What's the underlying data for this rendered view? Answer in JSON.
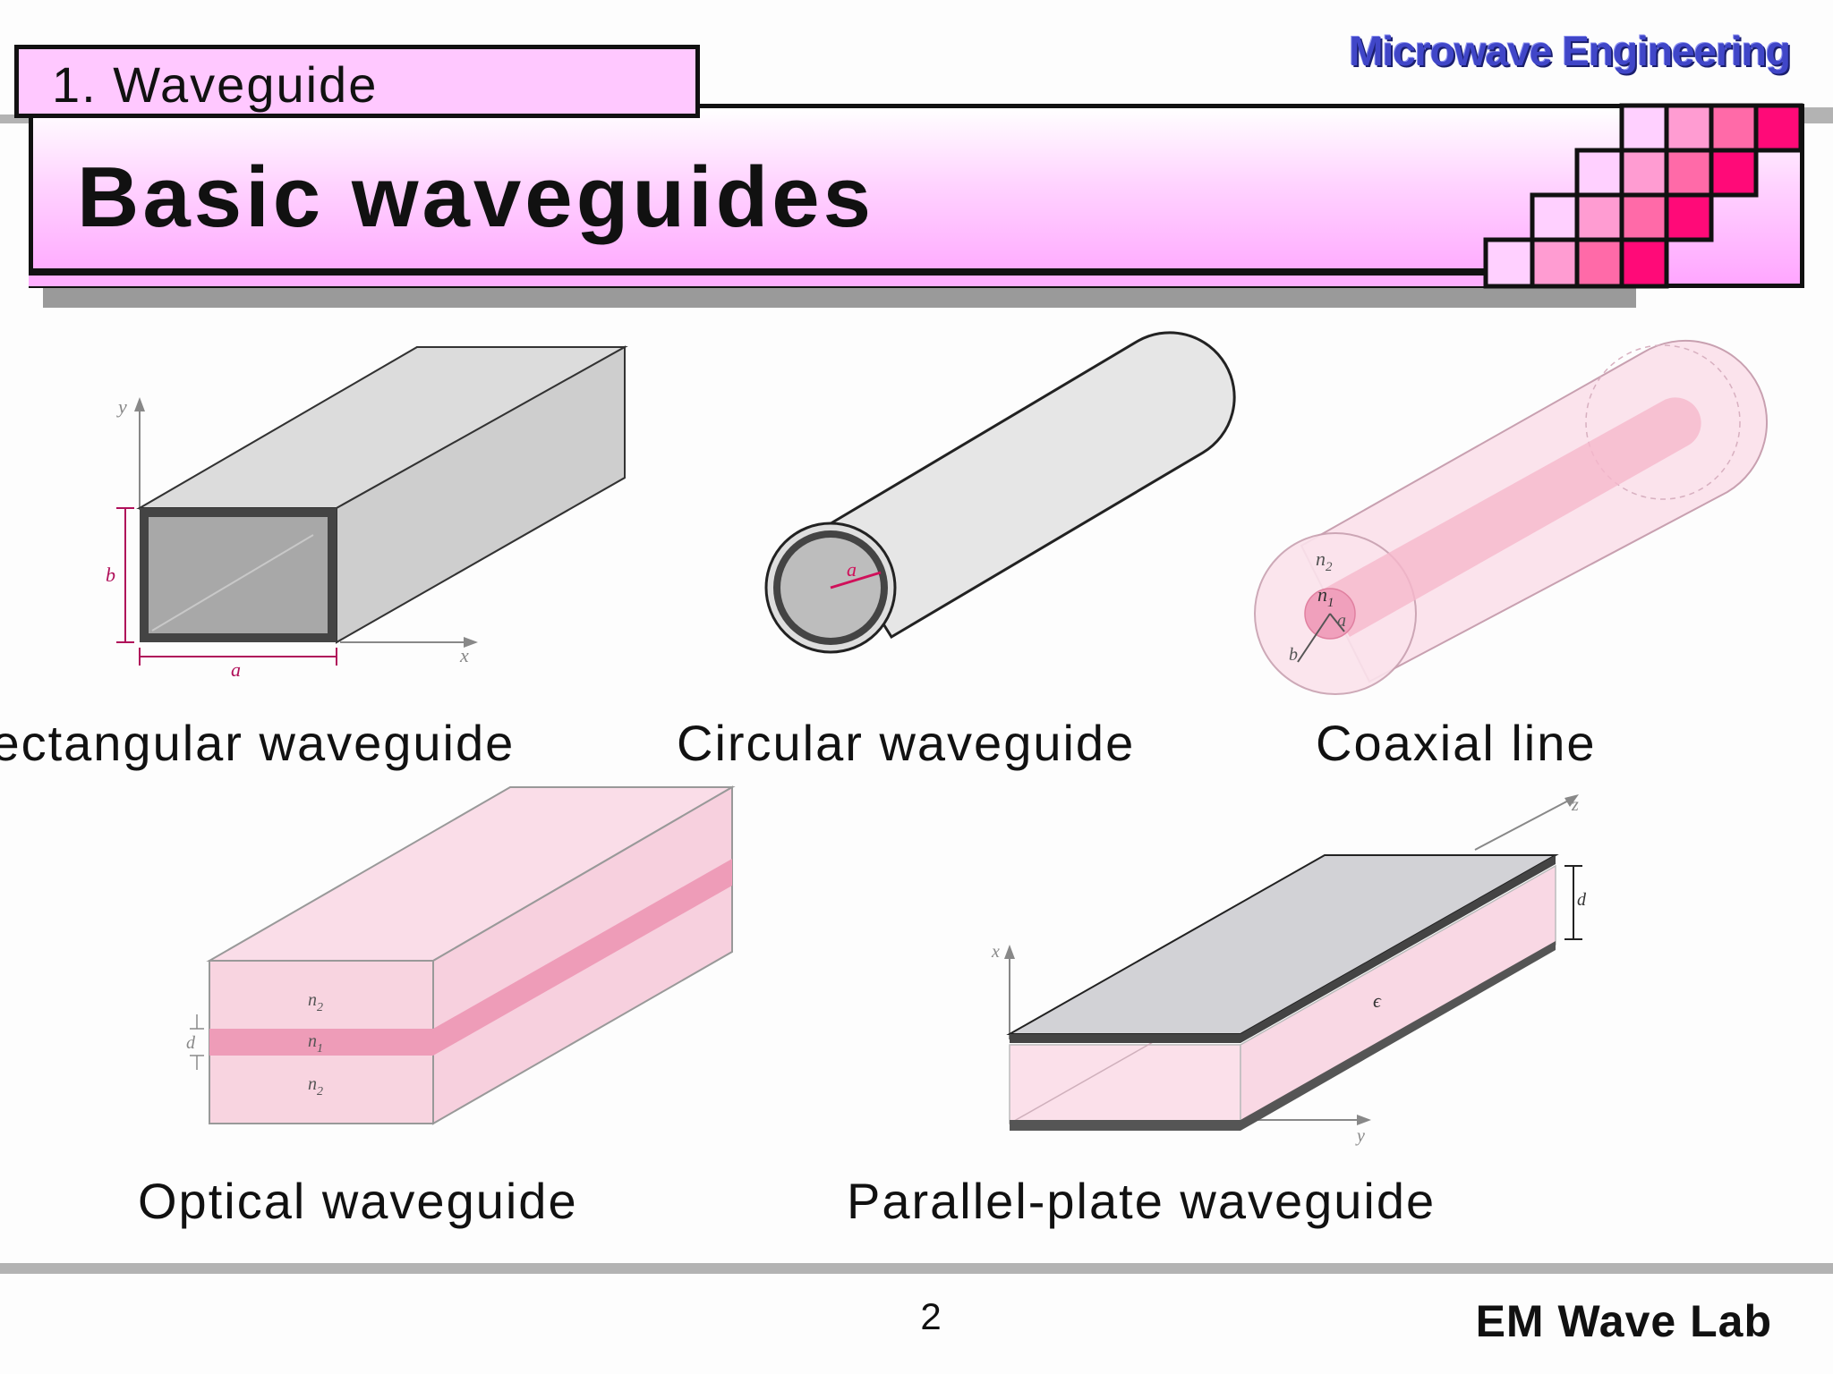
{
  "header": {
    "course": "Microwave Engineering",
    "section": "1. Waveguide",
    "title": "Basic waveguides"
  },
  "figures": [
    {
      "caption": "Rectangular waveguide",
      "labels": {
        "y": "y",
        "x": "x",
        "b": "b",
        "a": "a"
      }
    },
    {
      "caption": "Circular waveguide",
      "labels": {
        "a": "a"
      }
    },
    {
      "caption": "Coaxial line",
      "labels": {
        "n2": "n",
        "n2_sub": "2",
        "n1": "n",
        "n1_sub": "1",
        "a": "a",
        "b": "b"
      }
    },
    {
      "caption": "Optical waveguide",
      "labels": {
        "n_top": "n",
        "n_top_sub": "2",
        "n_mid": "n",
        "n_mid_sub": "1",
        "n_bot": "n",
        "n_bot_sub": "2",
        "d": "d"
      }
    },
    {
      "caption": "Parallel-plate waveguide",
      "labels": {
        "x": "x",
        "y": "y",
        "z": "z",
        "d": "d",
        "eps": "ϵ"
      }
    }
  ],
  "footer": {
    "page": "2",
    "lab": "EM Wave Lab"
  },
  "colors": {
    "accent_pink": "#ff0a78",
    "title_gradient": "#ffa6ff",
    "course_blue": "#4046c8"
  }
}
